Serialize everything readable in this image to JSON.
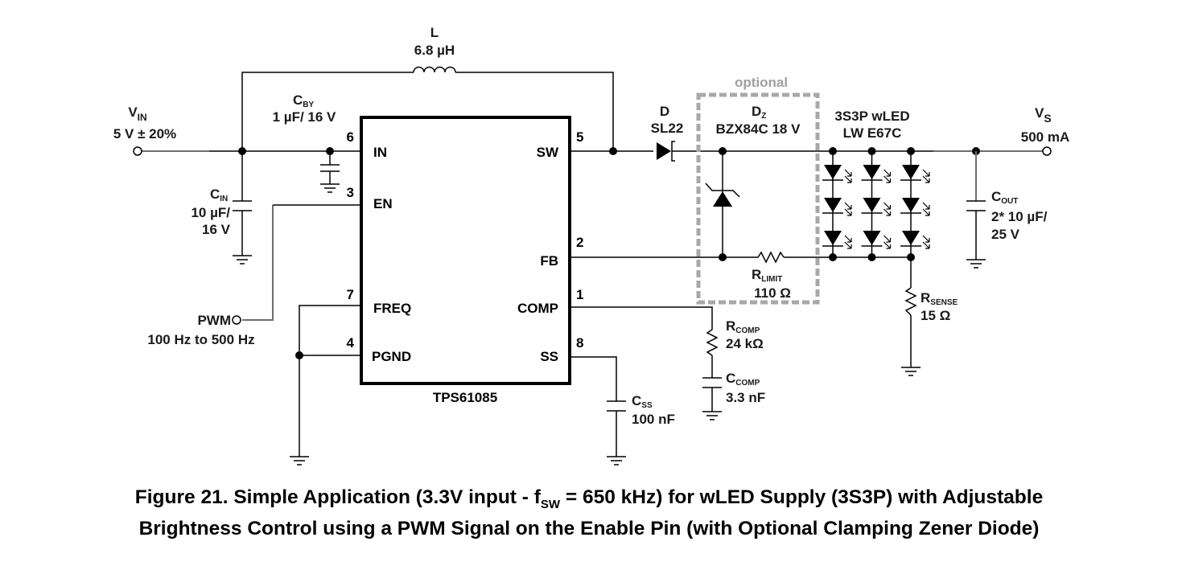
{
  "figure": {
    "caption_line1_pre": "Figure 21.  Simple Application (3.3V input - f",
    "caption_line1_sub": "SW",
    "caption_line1_post": " = 650 kHz) for wLED Supply (3S3P) with Adjustable",
    "caption_line2": "Brightness Control using a PWM Signal on the Enable Pin (with Optional Clamping Zener Diode)"
  },
  "ic": {
    "part": "TPS61085",
    "pins": [
      {
        "num": "6",
        "name": "IN"
      },
      {
        "num": "3",
        "name": "EN"
      },
      {
        "num": "7",
        "name": "FREQ"
      },
      {
        "num": "4",
        "name": "PGND"
      },
      {
        "num": "5",
        "name": "SW"
      },
      {
        "num": "2",
        "name": "FB"
      },
      {
        "num": "1",
        "name": "COMP"
      },
      {
        "num": "8",
        "name": "SS"
      }
    ]
  },
  "components": {
    "vin": {
      "name": "V",
      "sub": "IN",
      "value": "5 V ± 20%"
    },
    "pwm": {
      "name": "PWM",
      "value": "100 Hz to 500 Hz"
    },
    "inductor": {
      "name": "L",
      "value": "6.8 µH"
    },
    "cby": {
      "name": "C",
      "sub": "BY",
      "value": "1 µF/ 16 V"
    },
    "cin": {
      "name": "C",
      "sub": "IN",
      "value1": "10 µF/",
      "value2": "16 V"
    },
    "diode": {
      "name": "D",
      "value": "SL22"
    },
    "zener": {
      "name": "D",
      "sub": "Z",
      "value": "BZX84C 18 V"
    },
    "optional_label": "optional",
    "leds": {
      "name": "3S3P wLED",
      "value": "LW E67C",
      "rows": 3,
      "cols": 3
    },
    "vs": {
      "name": "V",
      "sub": "S",
      "value": "500 mA"
    },
    "cout": {
      "name": "C",
      "sub": "OUT",
      "value1": "2* 10 µF/",
      "value2": "25 V"
    },
    "rlimit": {
      "name": "R",
      "sub": "LIMIT",
      "value": "110 Ω"
    },
    "rsense": {
      "name": "R",
      "sub": "SENSE",
      "value": "15 Ω"
    },
    "rcomp": {
      "name": "R",
      "sub": "COMP",
      "value": "24 kΩ"
    },
    "ccomp": {
      "name": "C",
      "sub": "COMP",
      "value": "3.3 nF"
    },
    "css": {
      "name": "C",
      "sub": "SS",
      "value": "100 nF"
    }
  }
}
